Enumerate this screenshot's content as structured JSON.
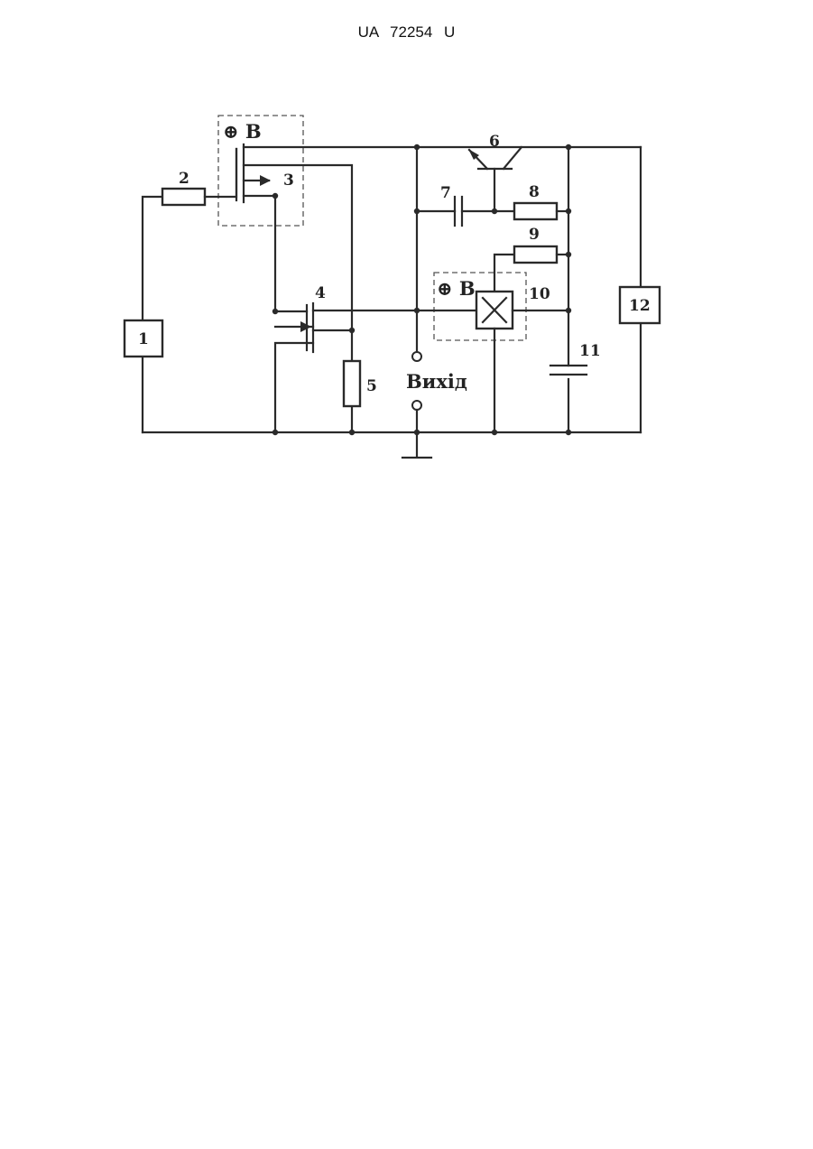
{
  "header": {
    "patent_number": "UA   72254   U"
  },
  "diagram": {
    "labels": {
      "block1": "1",
      "resistor2": "2",
      "transistor3": "3",
      "transistor4": "4",
      "resistor5": "5",
      "transistor6": "6",
      "capacitor7": "7",
      "resistor8": "8",
      "resistor9": "9",
      "element10": "10",
      "capacitor11": "11",
      "block12": "12",
      "supply_top": "⊕ B",
      "supply_mid": "⊕ B",
      "output": "Вихід"
    }
  }
}
